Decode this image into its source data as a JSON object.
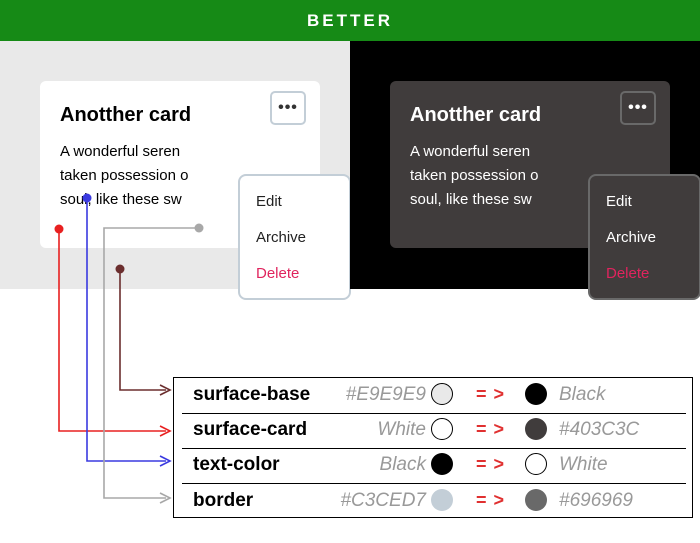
{
  "banner": {
    "label": "BETTER"
  },
  "card": {
    "title": "Anotther card",
    "text_lines": [
      "A wonderful seren",
      "taken possession o",
      "soul, like these sw"
    ],
    "more_label": "•••",
    "menu": [
      "Edit",
      "Archive",
      "Delete"
    ]
  },
  "tokens": [
    {
      "name": "surface-base",
      "light": "#E9E9E9",
      "light_color": "#E9E9E9",
      "arrow": "= >",
      "dark": "Black",
      "dark_color": "#000000"
    },
    {
      "name": "surface-card",
      "light": "White",
      "light_color": "#FFFFFF",
      "arrow": "= >",
      "dark": "#403C3C",
      "dark_color": "#403C3C"
    },
    {
      "name": "text-color",
      "light": "Black",
      "light_color": "#000000",
      "arrow": "= >",
      "dark": "White",
      "dark_color": "#FFFFFF"
    },
    {
      "name": "border",
      "light": "#C3CED7",
      "light_color": "#C3CED7",
      "arrow": "= >",
      "dark": "#696969",
      "dark_color": "#696969"
    }
  ],
  "connector_colors": {
    "surface-base": "#6B2E2E",
    "surface-card": "#E82020",
    "text-color": "#3A3AE0",
    "border": "#A8A8A8"
  }
}
